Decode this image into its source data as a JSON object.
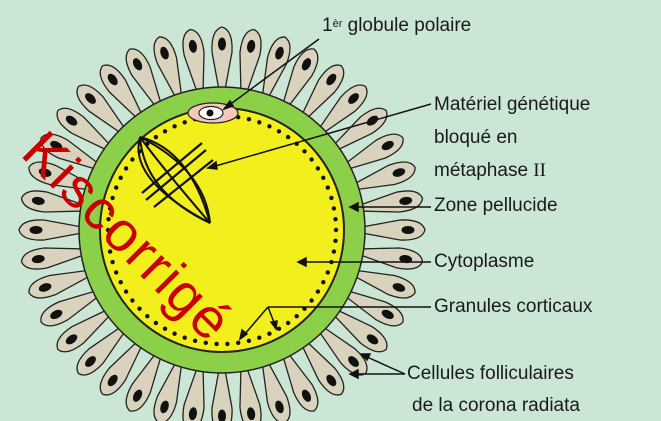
{
  "colors": {
    "background": "#cce6d6",
    "cytoplasm": "#f2ef1c",
    "zona": "#8ccf48",
    "follicle_cell": "#d9d3be",
    "nucleus": "#111111",
    "polar_body": "#f5c9b8",
    "watermark": "#c80000"
  },
  "labels": {
    "polar_body_prefix": "1",
    "polar_body_sup": "èr",
    "polar_body_rest": " globule polaire",
    "genetic_line1": "Matériel génétique",
    "genetic_line2": "bloqué en",
    "genetic_line3_text": "métaphase ",
    "genetic_line3_roman": "II",
    "zona": "Zone pellucide",
    "cytoplasm": "Cytoplasme",
    "granules": "Granules corticaux",
    "follicle_line1": "Cellules folliculaires",
    "follicle_line2": "de la corona radiata"
  },
  "watermark": "Kiscorrigé",
  "icons": {
    "oocyte": "oocyte-illustration",
    "spindle": "metaphase-spindle-icon",
    "polar_body": "polar-body-icon"
  }
}
